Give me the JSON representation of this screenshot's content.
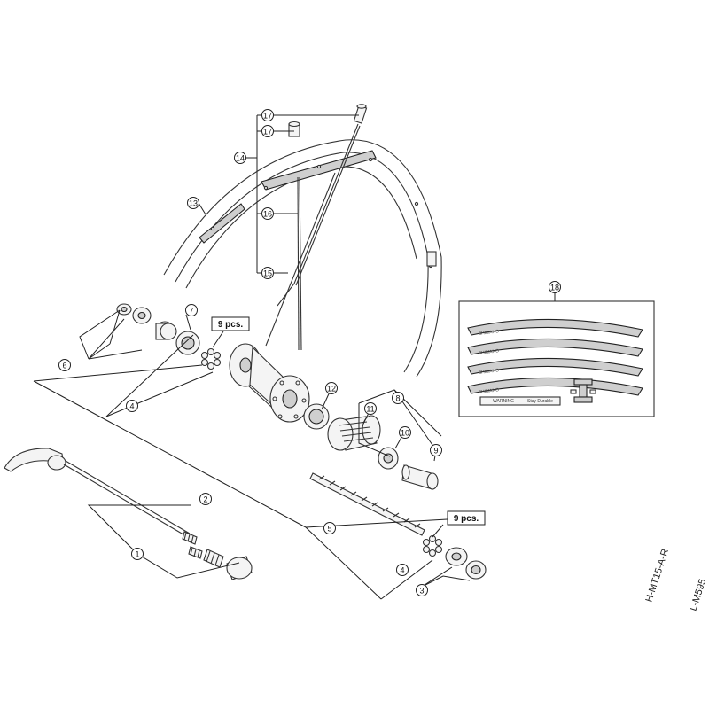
{
  "callouts": [
    "1",
    "2",
    "3",
    "4",
    "4",
    "5",
    "6",
    "7",
    "8",
    "9",
    "10",
    "11",
    "12",
    "13",
    "14",
    "15",
    "16",
    "17",
    "17",
    "18"
  ],
  "qty_labels": [
    "9 pcs.",
    "9 pcs."
  ],
  "model_codes": [
    "H-MT15-A-R",
    "L-M595"
  ],
  "decal_texts": [
    "SHIMANO",
    "WARNING",
    "Stay Durable"
  ],
  "colors": {
    "line": "#222222",
    "part_fill": "#f4f4f4",
    "decal_stripe": "#333333"
  }
}
